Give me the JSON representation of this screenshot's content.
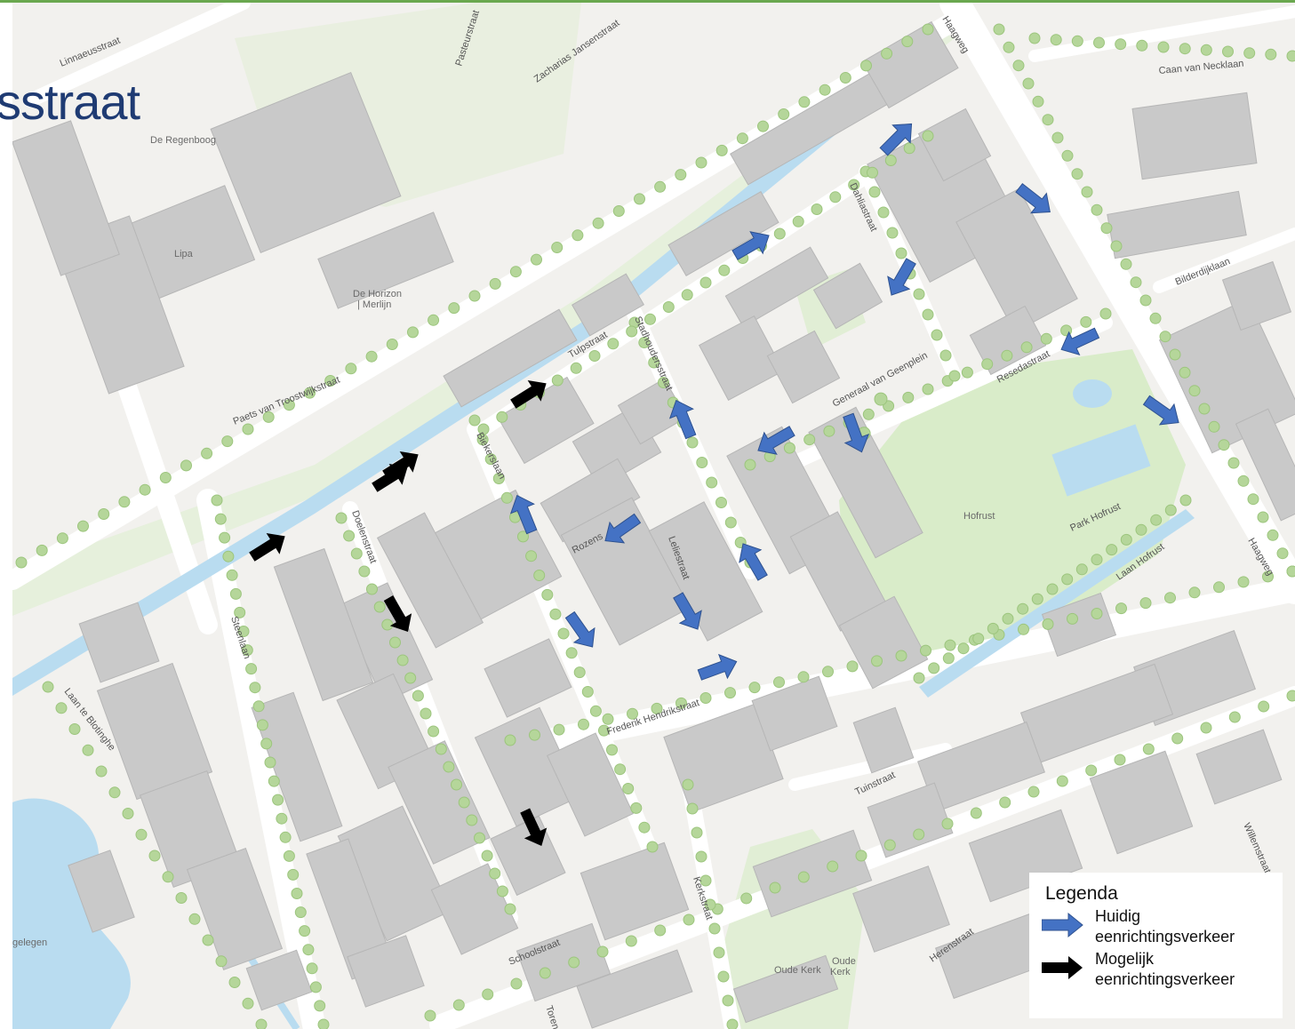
{
  "slide": {
    "title_fragment": "sstraat"
  },
  "map": {
    "street_labels": [
      "Linnaeusstraat",
      "Pasteurstraat",
      "Zacharias Jansenstraat",
      "Haagweg",
      "Caan van Necklaan",
      "Bilderdijklaan",
      "Dahliastraat",
      "Resedastraat",
      "Generaal van Geenplein",
      "Stadhoudersstraat",
      "Tulpstraat",
      "Biekerslaan",
      "Rozens",
      "Leliestraat",
      "Frederik Hendrikstraat",
      "Paets van Troostwijkstraat",
      "Doelenstraat",
      "Steenlaan",
      "Laan te Blotinghe",
      "Tuinstraat",
      "Kerkstraat",
      "Schoolstraat",
      "Torens",
      "Herenstraat",
      "Willemstraat",
      "Laan Hofrust",
      "Park Hofrust",
      "Haagweg"
    ],
    "place_labels": [
      "De Regenboog",
      "Lipa",
      "De Horizon",
      "| Merlijn",
      "Hofrust",
      "Oude Kerk",
      "Oude",
      "Kerk",
      "gelegen"
    ],
    "colors": {
      "background": "#f2f1ee",
      "building": "#c9c9c9",
      "road": "#ffffff",
      "water": "#b9dcf0",
      "park": "#d9ecc9",
      "tree": "#b5d69a",
      "arrow_current": "#4472c4",
      "arrow_possible": "#000000"
    },
    "arrows": {
      "current": [
        {
          "heading": 45
        },
        {
          "heading": 60
        },
        {
          "heading": 128
        },
        {
          "heading": 245
        },
        {
          "heading": 210
        },
        {
          "heading": 125
        },
        {
          "heading": 240
        },
        {
          "heading": 160
        },
        {
          "heading": 338
        },
        {
          "heading": 235
        },
        {
          "heading": 338
        },
        {
          "heading": 145
        },
        {
          "heading": 330
        },
        {
          "heading": 150
        },
        {
          "heading": 70
        }
      ],
      "possible": [
        {
          "heading": 58
        },
        {
          "heading": 58
        },
        {
          "heading": 58
        },
        {
          "heading": 58
        },
        {
          "heading": 150
        },
        {
          "heading": 155
        }
      ]
    }
  },
  "legend": {
    "title": "Legenda",
    "items": [
      {
        "line1": "Huidig",
        "line2": "eenrichtingsverkeer",
        "color": "#4472c4"
      },
      {
        "line1": "Mogelijk",
        "line2": "eenrichtingsverkeer",
        "color": "#000000"
      }
    ]
  }
}
